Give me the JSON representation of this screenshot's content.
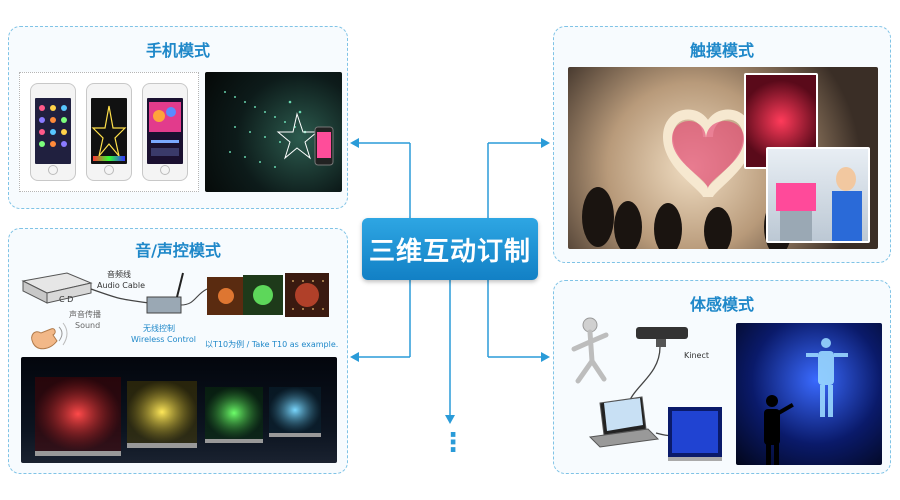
{
  "center": {
    "label": "三维互动订制"
  },
  "more": {
    "symbol": "⋮"
  },
  "phone_mode": {
    "title": "手机模式"
  },
  "audio_mode": {
    "title": "音/声控模式",
    "cd_label": "C D",
    "cable_cn": "音频线",
    "cable_en": "Audio Cable",
    "sound_cn": "声音传播",
    "sound_en": "Sound",
    "wireless_cn": "无线控制",
    "wireless_en": "Wireless Control",
    "example": "以T10为例 / Take T10 as example."
  },
  "touch_mode": {
    "title": "触摸模式"
  },
  "body_mode": {
    "title": "体感模式",
    "kinect_label": "Kinect"
  },
  "colors": {
    "accent": "#1f88c9",
    "arrow": "#2a9bd8",
    "panel_border": "#7fc3e6"
  }
}
